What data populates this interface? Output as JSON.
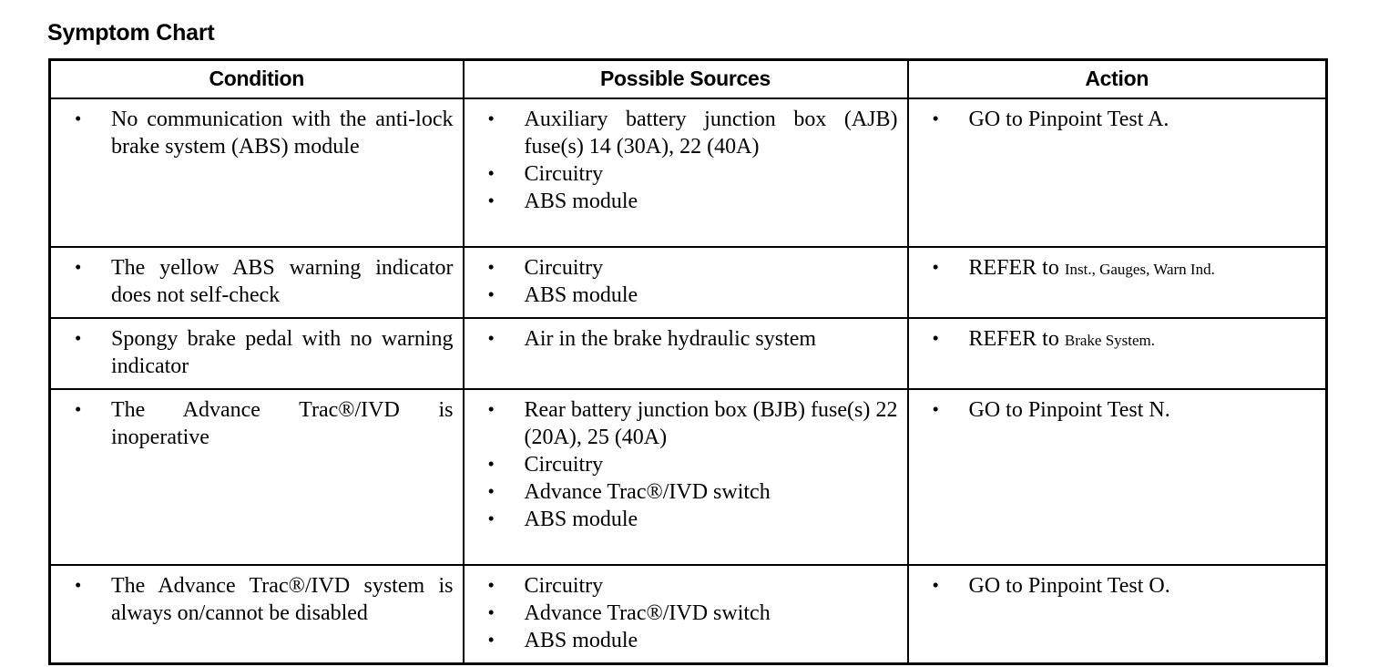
{
  "document": {
    "title": "Symptom Chart"
  },
  "table": {
    "headers": {
      "condition": "Condition",
      "sources": "Possible Sources",
      "action": "Action"
    },
    "rows": [
      {
        "condition": [
          "No communication with the anti-lock brake system (ABS) module"
        ],
        "sources": [
          "Auxiliary battery junction box (AJB) fuse(s) 14 (30A), 22 (40A)",
          "Circuitry",
          "ABS module"
        ],
        "action": [
          {
            "main": "GO to Pinpoint Test A.",
            "ref": ""
          }
        ]
      },
      {
        "condition": [
          "The yellow ABS warning indicator does not self-check"
        ],
        "sources": [
          "Circuitry",
          "ABS module"
        ],
        "action": [
          {
            "main": "REFER to ",
            "ref": "Inst., Gauges, Warn Ind."
          }
        ]
      },
      {
        "condition": [
          "Spongy brake pedal with no warning indicator"
        ],
        "sources": [
          "Air in the brake hydraulic system"
        ],
        "action": [
          {
            "main": "REFER to ",
            "ref": "Brake System."
          }
        ]
      },
      {
        "condition": [
          "The Advance Trac®/IVD is inoperative"
        ],
        "sources": [
          "Rear battery junction box (BJB) fuse(s) 22 (20A), 25 (40A)",
          "Circuitry",
          "Advance Trac®/IVD switch",
          "ABS module"
        ],
        "action": [
          {
            "main": "GO to Pinpoint Test N.",
            "ref": ""
          }
        ]
      },
      {
        "condition": [
          "The Advance Trac®/IVD system is always on/cannot be disabled"
        ],
        "sources": [
          "Circuitry",
          "Advance Trac®/IVD switch",
          "ABS module"
        ],
        "action": [
          {
            "main": "GO to Pinpoint Test O.",
            "ref": ""
          }
        ]
      }
    ]
  }
}
